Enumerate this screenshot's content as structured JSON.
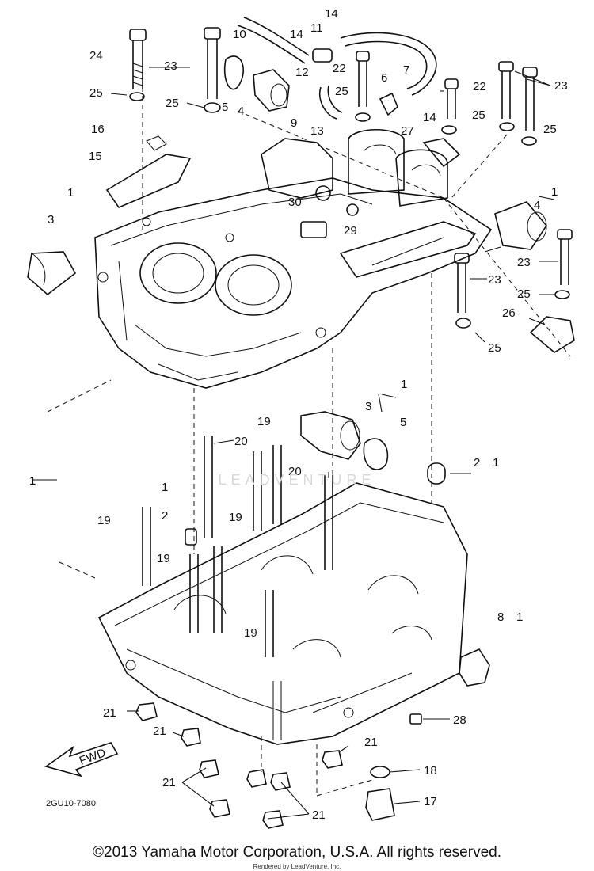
{
  "diagram_code": "2GU10-7080",
  "copyright": "©2013 Yamaha Motor Corporation, U.S.A. All rights reserved.",
  "rendered_by": "Rendered by LeadVenture, Inc.",
  "watermark_text": "LEADVENTURE",
  "fwd_label": "FWD",
  "callouts": {
    "c1": "1",
    "c2": "2",
    "c3": "3",
    "c4": "4",
    "c5": "5",
    "c6": "6",
    "c7": "7",
    "c8": "8",
    "c9": "9",
    "c10": "10",
    "c11": "11",
    "c12": "12",
    "c13": "13",
    "c14": "14",
    "c15": "15",
    "c16": "16",
    "c17": "17",
    "c18": "18",
    "c19": "19",
    "c20": "20",
    "c21": "21",
    "c22": "22",
    "c23": "23",
    "c24": "24",
    "c25": "25",
    "c26": "26",
    "c27": "27",
    "c28": "28",
    "c29": "29",
    "c30": "30"
  }
}
